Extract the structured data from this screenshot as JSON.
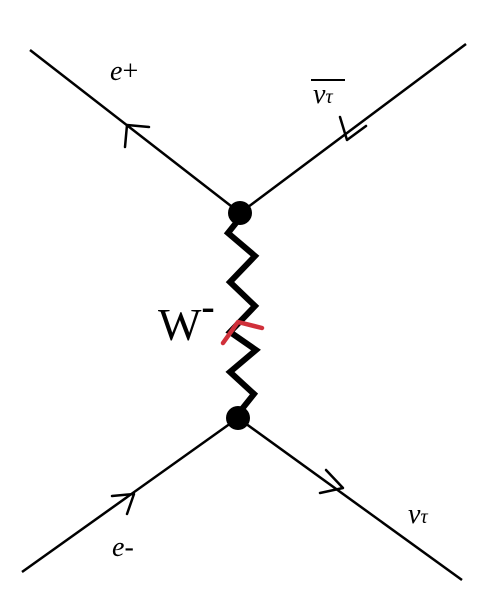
{
  "diagram": {
    "type": "feynman-diagram",
    "particles": {
      "positron": {
        "symbol": "e",
        "suffix": "+"
      },
      "antineutrino": {
        "symbol": "v",
        "subscript": "τ",
        "overline": true
      },
      "w_boson": {
        "symbol": "W",
        "superscript": "-"
      },
      "electron": {
        "symbol": "e",
        "suffix": "-"
      },
      "neutrino": {
        "symbol": "v",
        "subscript": "τ"
      }
    },
    "colors": {
      "line": "#000000",
      "vertex": "#000000",
      "annotation": "#d0303a"
    },
    "arrow_directions": {
      "positron": "outgoing-up-left",
      "antineutrino": "incoming-down-left",
      "electron": "incoming-up-right",
      "neutrino": "outgoing-down-right"
    }
  }
}
